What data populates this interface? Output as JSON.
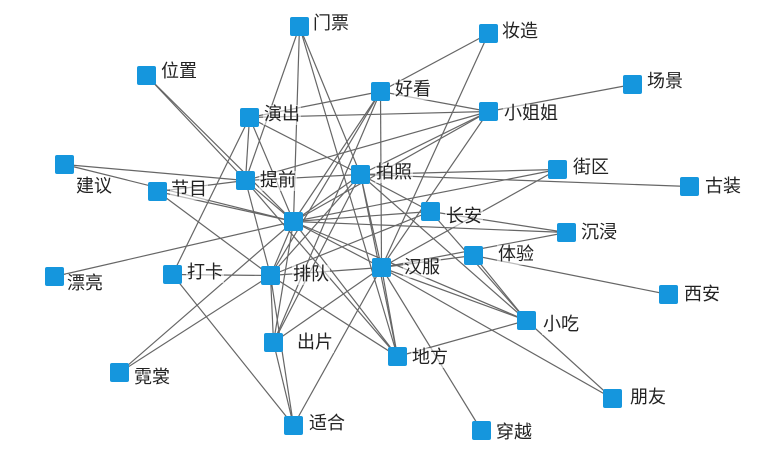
{
  "graph": {
    "colors": {
      "node": "#1596dd",
      "edge": "#666666"
    },
    "nodes": [
      {
        "id": "menpiao",
        "label": "门票"
      },
      {
        "id": "zhuangzao",
        "label": "妆造"
      },
      {
        "id": "weizhi",
        "label": "位置"
      },
      {
        "id": "changjing",
        "label": "场景"
      },
      {
        "id": "haokan",
        "label": "好看"
      },
      {
        "id": "yanchu",
        "label": "演出"
      },
      {
        "id": "xiaojiejie",
        "label": "小姐姐"
      },
      {
        "id": "jianyi",
        "label": "建议"
      },
      {
        "id": "jiequ",
        "label": "街区"
      },
      {
        "id": "paizhao",
        "label": "拍照"
      },
      {
        "id": "tiqian",
        "label": "提前"
      },
      {
        "id": "jiemu",
        "label": "节目"
      },
      {
        "id": "guzhuang",
        "label": "古装"
      },
      {
        "id": "changan",
        "label": "长安"
      },
      {
        "id": "hub",
        "label": ""
      },
      {
        "id": "chenjin",
        "label": "沉浸"
      },
      {
        "id": "tiyan",
        "label": "体验"
      },
      {
        "id": "hanfu",
        "label": "汉服"
      },
      {
        "id": "piaoliang",
        "label": "漂亮"
      },
      {
        "id": "daka",
        "label": "打卡"
      },
      {
        "id": "paidui",
        "label": "排队"
      },
      {
        "id": "xian",
        "label": "西安"
      },
      {
        "id": "xiaochi",
        "label": "小吃"
      },
      {
        "id": "chupian",
        "label": "出片"
      },
      {
        "id": "difang",
        "label": "地方"
      },
      {
        "id": "nishang",
        "label": "霓裳"
      },
      {
        "id": "pengyou",
        "label": "朋友"
      },
      {
        "id": "shihe",
        "label": "适合"
      },
      {
        "id": "chuanyue",
        "label": "穿越"
      }
    ],
    "edges": [
      [
        "menpiao",
        "paizhao"
      ],
      [
        "menpiao",
        "tiqian"
      ],
      [
        "menpiao",
        "hub"
      ],
      [
        "menpiao",
        "difang"
      ],
      [
        "zhuangzao",
        "haokan"
      ],
      [
        "zhuangzao",
        "hanfu"
      ],
      [
        "weizhi",
        "tiqian"
      ],
      [
        "weizhi",
        "hub"
      ],
      [
        "changjing",
        "xiaojiejie"
      ],
      [
        "haokan",
        "yanchu"
      ],
      [
        "haokan",
        "hub"
      ],
      [
        "haokan",
        "paidui"
      ],
      [
        "haokan",
        "hanfu"
      ],
      [
        "haokan",
        "xiaojiejie"
      ],
      [
        "haokan",
        "chupian"
      ],
      [
        "yanchu",
        "tiqian"
      ],
      [
        "yanchu",
        "xiaojiejie"
      ],
      [
        "yanchu",
        "paizhao"
      ],
      [
        "yanchu",
        "hub"
      ],
      [
        "yanchu",
        "daka"
      ],
      [
        "xiaojiejie",
        "paizhao"
      ],
      [
        "xiaojiejie",
        "tiqian"
      ],
      [
        "xiaojiejie",
        "hub"
      ],
      [
        "xiaojiejie",
        "hanfu"
      ],
      [
        "jianyi",
        "tiqian"
      ],
      [
        "jianyi",
        "hub"
      ],
      [
        "jiequ",
        "paizhao"
      ],
      [
        "jiequ",
        "hub"
      ],
      [
        "jiequ",
        "hanfu"
      ],
      [
        "paizhao",
        "tiqian"
      ],
      [
        "paizhao",
        "hub"
      ],
      [
        "paizhao",
        "paidui"
      ],
      [
        "paizhao",
        "hanfu"
      ],
      [
        "paizhao",
        "guzhuang"
      ],
      [
        "paizhao",
        "xiaochi"
      ],
      [
        "paizhao",
        "difang"
      ],
      [
        "paizhao",
        "chupian"
      ],
      [
        "tiqian",
        "jiemu"
      ],
      [
        "tiqian",
        "hub"
      ],
      [
        "tiqian",
        "paidui"
      ],
      [
        "tiqian",
        "difang"
      ],
      [
        "jiemu",
        "hub"
      ],
      [
        "jiemu",
        "paidui"
      ],
      [
        "changan",
        "hub"
      ],
      [
        "changan",
        "chenjin"
      ],
      [
        "changan",
        "xiaochi"
      ],
      [
        "changan",
        "paidui"
      ],
      [
        "changan",
        "paizhao"
      ],
      [
        "hub",
        "piaoliang"
      ],
      [
        "hub",
        "paidui"
      ],
      [
        "hub",
        "hanfu"
      ],
      [
        "hub",
        "difang"
      ],
      [
        "hub",
        "chupian"
      ],
      [
        "hub",
        "nishang"
      ],
      [
        "hub",
        "xiaochi"
      ],
      [
        "hub",
        "chenjin"
      ],
      [
        "chenjin",
        "hanfu"
      ],
      [
        "tiyan",
        "hanfu"
      ],
      [
        "tiyan",
        "xian"
      ],
      [
        "tiyan",
        "xiaochi"
      ],
      [
        "hanfu",
        "paidui"
      ],
      [
        "hanfu",
        "xiaochi"
      ],
      [
        "hanfu",
        "difang"
      ],
      [
        "hanfu",
        "pengyou"
      ],
      [
        "hanfu",
        "chuanyue"
      ],
      [
        "hanfu",
        "chupian"
      ],
      [
        "hanfu",
        "shihe"
      ],
      [
        "daka",
        "paidui"
      ],
      [
        "daka",
        "shihe"
      ],
      [
        "paidui",
        "chupian"
      ],
      [
        "paidui",
        "shihe"
      ],
      [
        "paidui",
        "difang"
      ],
      [
        "paidui",
        "nishang"
      ],
      [
        "xiaochi",
        "difang"
      ],
      [
        "xiaochi",
        "pengyou"
      ],
      [
        "chupian",
        "shihe"
      ]
    ]
  }
}
